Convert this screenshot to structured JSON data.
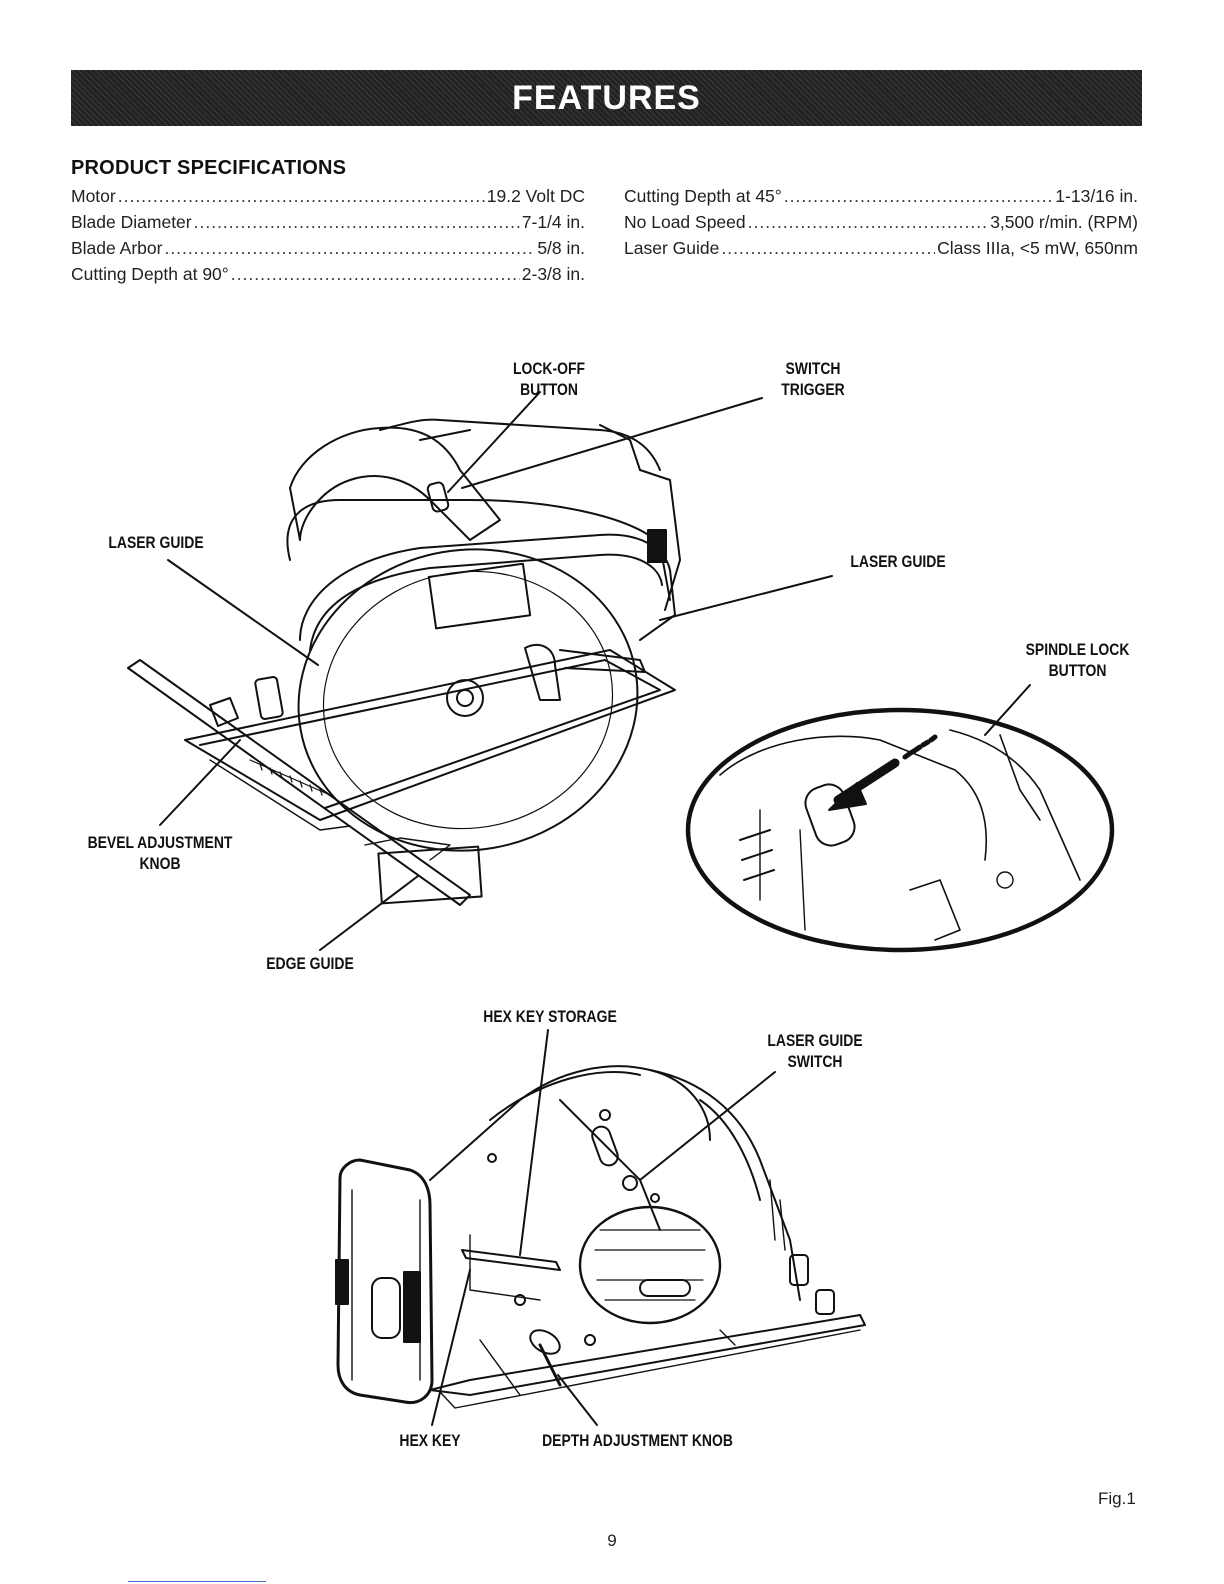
{
  "banner": {
    "title": "FEATURES"
  },
  "specs": {
    "heading": "PRODUCT SPECIFICATIONS",
    "left": [
      {
        "label": "Motor",
        "value": "19.2 Volt DC"
      },
      {
        "label": "Blade Diameter",
        "value": "7-1/4 in."
      },
      {
        "label": "Blade Arbor",
        "value": "5/8 in."
      },
      {
        "label": "Cutting Depth at 90°",
        "value": "2-3/8 in."
      }
    ],
    "right": [
      {
        "label": "Cutting Depth at 45°",
        "value": "1-13/16 in."
      },
      {
        "label": "No Load Speed",
        "value": "3,500 r/min. (RPM)"
      },
      {
        "label": "Laser Guide",
        "value": "Class IIIa, <5 mW, 650nm"
      }
    ]
  },
  "callouts": {
    "lock_off_button": "LOCK-OFF\nBUTTON",
    "switch_trigger": "SWITCH\nTRIGGER",
    "laser_guide_left": "LASER GUIDE",
    "laser_guide_right": "LASER GUIDE",
    "spindle_lock_button": "SPINDLE LOCK\nBUTTON",
    "bevel_adjustment_knob": "BEVEL ADJUSTMENT\nKNOB",
    "edge_guide": "EDGE GUIDE",
    "hex_key_storage": "HEX KEY STORAGE",
    "laser_guide_switch": "LASER GUIDE\nSWITCH",
    "hex_key": "HEX KEY",
    "depth_adjustment_knob": "DEPTH ADJUSTMENT KNOB"
  },
  "figure_label": "Fig.1",
  "page_number": "9"
}
